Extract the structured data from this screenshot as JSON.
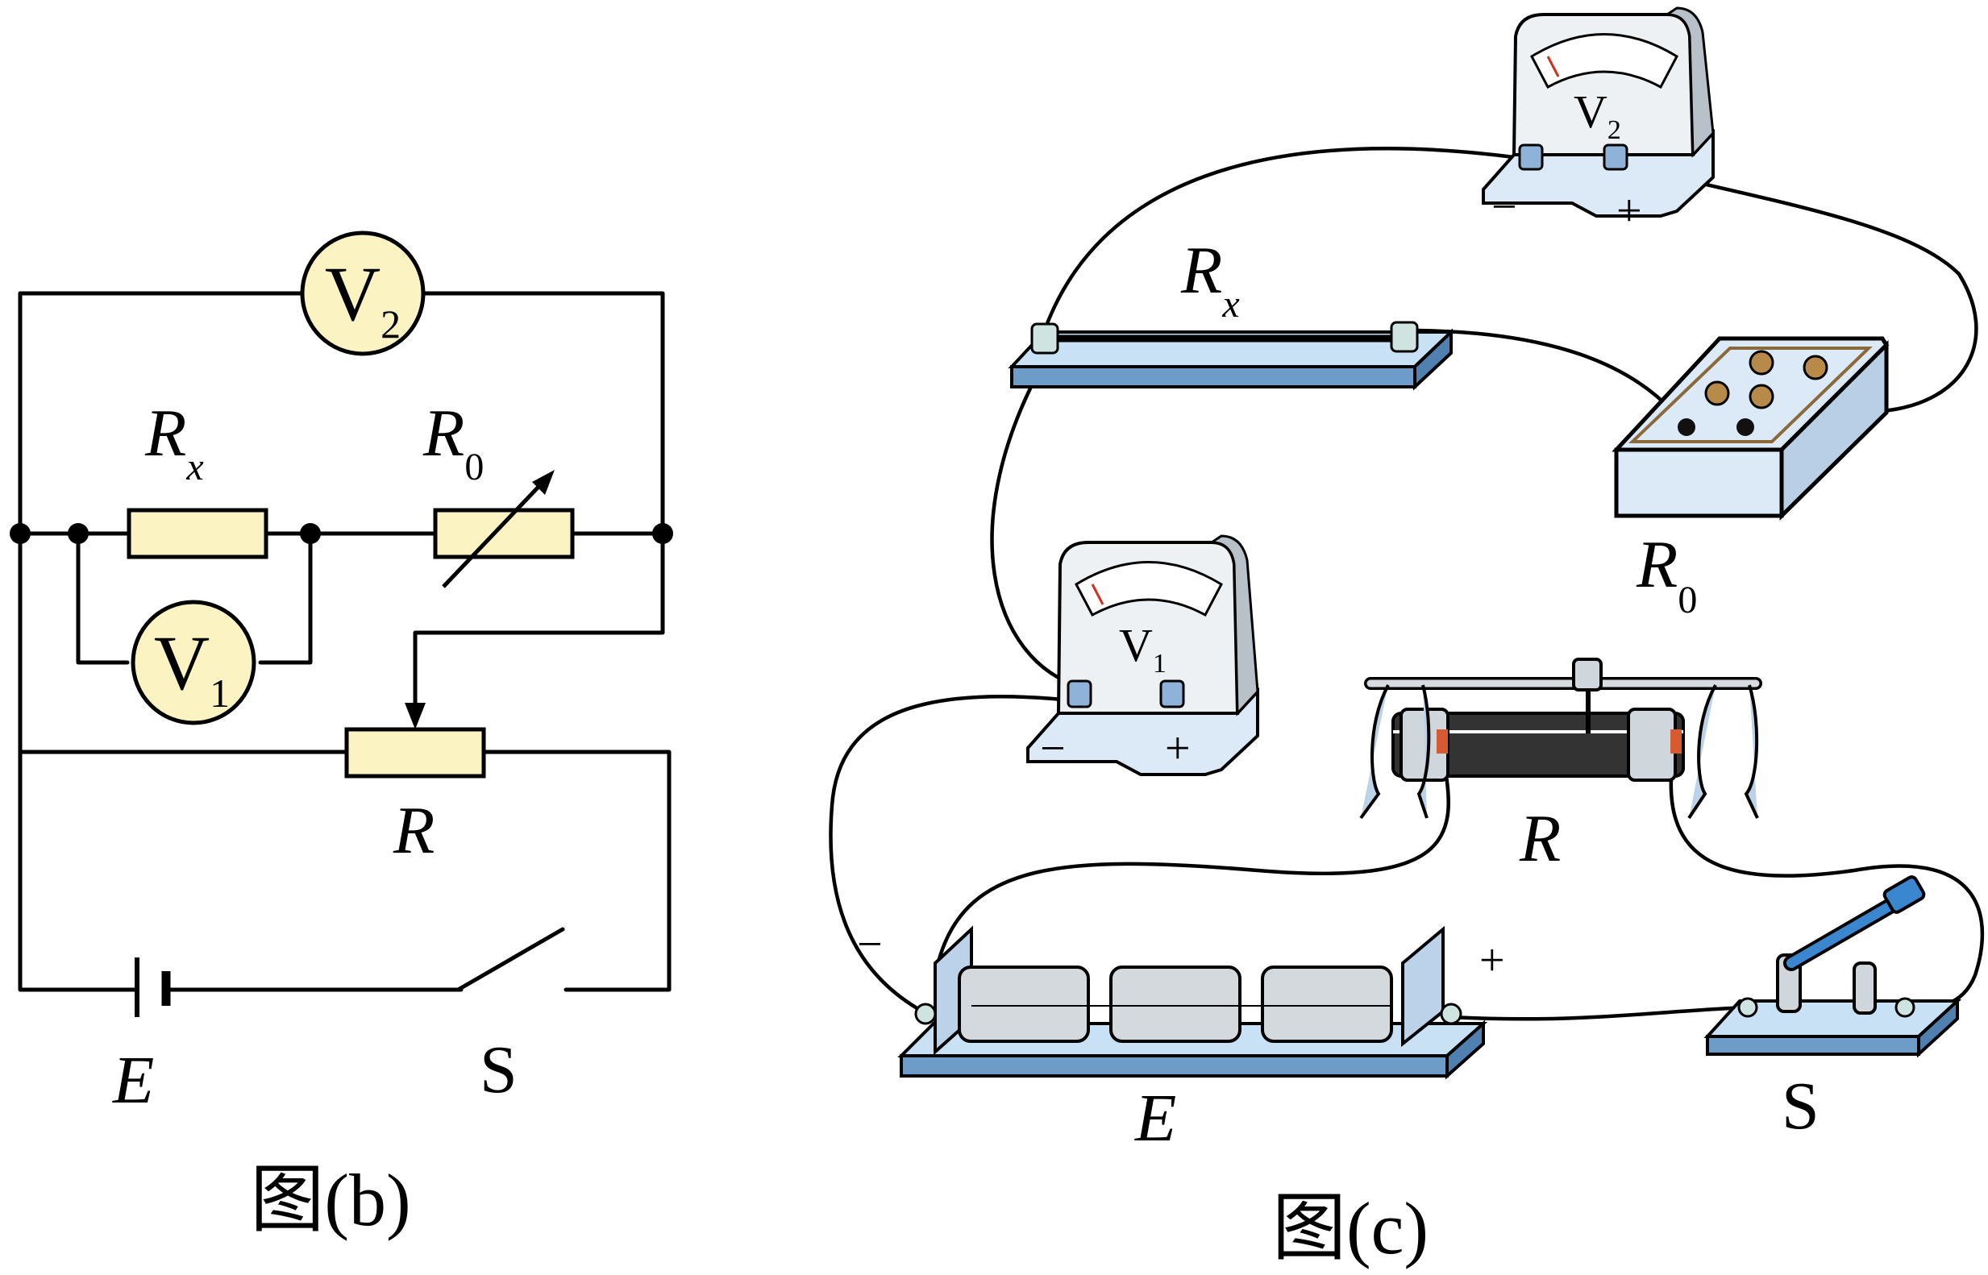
{
  "figure_b": {
    "caption": "图(b)",
    "voltmeter_top": {
      "letter": "V",
      "sub": "2"
    },
    "voltmeter_bottom": {
      "letter": "V",
      "sub": "1"
    },
    "resistor_rx": {
      "letter": "R",
      "sub": "x"
    },
    "resistor_r0": {
      "letter": "R",
      "sub": "0"
    },
    "rheostat": {
      "letter": "R"
    },
    "battery": {
      "letter": "E"
    },
    "switch": {
      "letter": "S"
    }
  },
  "figure_c": {
    "caption": "图(c)",
    "voltmeter_top": {
      "letter": "V",
      "sub": "2",
      "minus": "−",
      "plus": "+"
    },
    "voltmeter_bottom": {
      "letter": "V",
      "sub": "1",
      "minus": "−",
      "plus": "+"
    },
    "resistor_rx": {
      "letter": "R",
      "sub": "x"
    },
    "resistance_box": {
      "letter": "R",
      "sub": "0"
    },
    "rheostat": {
      "letter": "R"
    },
    "battery_pack": {
      "letter": "E",
      "minus": "−",
      "plus": "+"
    },
    "switch": {
      "letter": "S"
    }
  },
  "colors": {
    "component_fill": "#fbf4c2",
    "device_fill": "#dce9f7",
    "device_dark": "#6e9cc9",
    "knob_fill": "#b78a4a"
  }
}
